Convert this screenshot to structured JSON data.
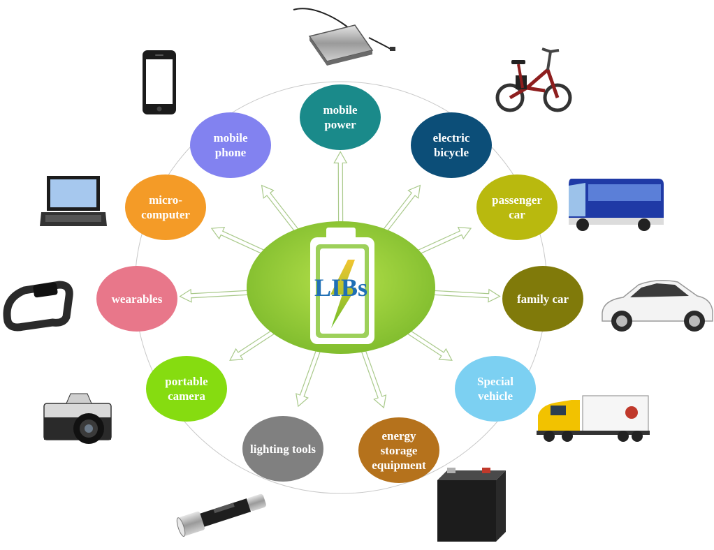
{
  "center": {
    "label": "LIBs",
    "ellipse_color": "#7dba2c",
    "label_color": "#1f6fb5"
  },
  "applications": [
    {
      "id": "mobile-power",
      "label": "mobile\npower",
      "color": "#1a8a8a",
      "icon": "external-hard-drive-icon"
    },
    {
      "id": "electric-bicycle",
      "label": "electric\nbicycle",
      "color": "#0c4e78",
      "icon": "electric-bicycle-icon"
    },
    {
      "id": "passenger-car",
      "label": "passenger\ncar",
      "color": "#b9b90e",
      "icon": "bus-icon"
    },
    {
      "id": "family-car",
      "label": "family car",
      "color": "#807a0a",
      "icon": "car-icon"
    },
    {
      "id": "special-vehicle",
      "label": "Special\nvehicle",
      "color": "#7cd0f2",
      "icon": "truck-icon"
    },
    {
      "id": "energy-storage-equipment",
      "label": "energy\nstorage\nequipment",
      "color": "#b5721c",
      "icon": "battery-box-icon"
    },
    {
      "id": "lighting-tools",
      "label": "lighting tools",
      "color": "#808080",
      "icon": "flashlight-icon"
    },
    {
      "id": "portable-camera",
      "label": "portable\ncamera",
      "color": "#86dc10",
      "icon": "camera-icon"
    },
    {
      "id": "wearables",
      "label": "wearables",
      "color": "#e8778a",
      "icon": "smart-band-icon"
    },
    {
      "id": "micro-computer",
      "label": "micro-\ncomputer",
      "color": "#f49b27",
      "icon": "laptop-icon"
    },
    {
      "id": "mobile-phone",
      "label": "mobile\nphone",
      "color": "#8282f0",
      "icon": "smartphone-icon"
    }
  ]
}
